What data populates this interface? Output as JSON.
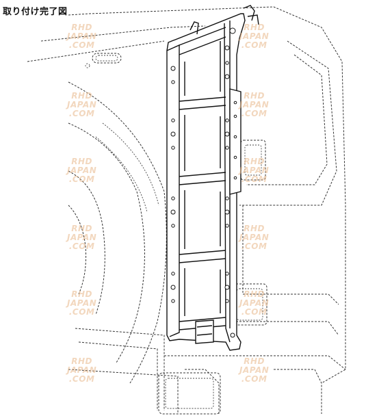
{
  "diagram": {
    "title": "取り付け完了図"
  },
  "watermark": {
    "lines": [
      "RHD",
      "JAPAN",
      ".COM"
    ]
  },
  "colors": {
    "line": "#111111",
    "watermark": "#e8b88a"
  }
}
